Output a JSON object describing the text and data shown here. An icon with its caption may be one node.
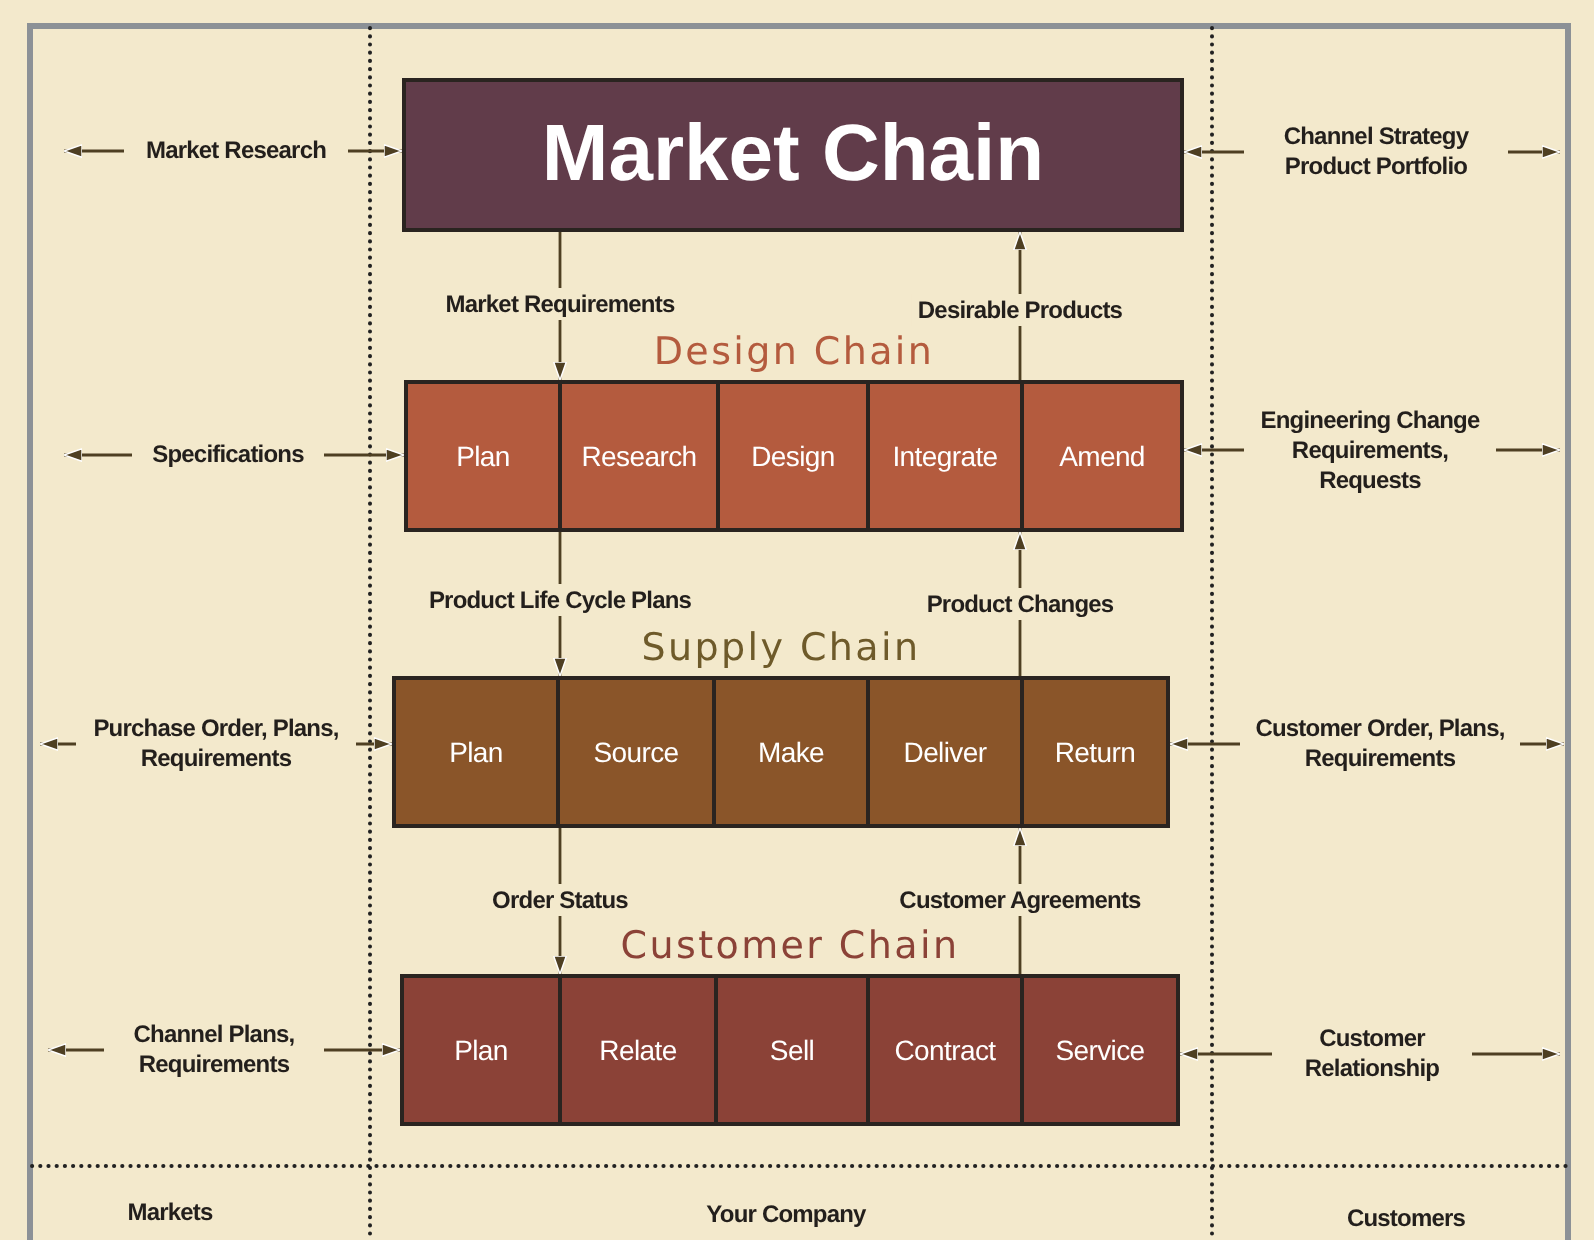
{
  "diagram": {
    "nodes": [
      {
        "text": [
          "Market Chain"
        ]
      },
      {
        "text": [
          "Design Chain"
        ]
      },
      {
        "text": [
          "Plan"
        ],
        "in": 1
      },
      {
        "text": [
          "Research"
        ],
        "in": 1
      },
      {
        "text": [
          "Design"
        ],
        "in": 1
      },
      {
        "text": [
          "Integrate"
        ],
        "in": 1
      },
      {
        "text": [
          "Amend"
        ],
        "in": 1
      },
      {
        "text": [
          "Supply Chain"
        ]
      },
      {
        "text": [
          "Plan"
        ],
        "in": 7
      },
      {
        "text": [
          "Source"
        ],
        "in": 7
      },
      {
        "text": [
          "Make"
        ],
        "in": 7
      },
      {
        "text": [
          "Deliver"
        ],
        "in": 7
      },
      {
        "text": [
          "Return"
        ],
        "in": 7
      },
      {
        "text": [
          "Customer Chain"
        ]
      },
      {
        "text": [
          "Plan"
        ],
        "in": 13
      },
      {
        "text": [
          "Relate"
        ],
        "in": 13
      },
      {
        "text": [
          "Sell"
        ],
        "in": 13
      },
      {
        "text": [
          "Contract"
        ],
        "in": 13
      },
      {
        "text": [
          "Service"
        ],
        "in": 13
      },
      {
        "text": [
          "Market Research"
        ]
      },
      {
        "text": [
          "Channel Strategy Product Portfolio"
        ]
      },
      {
        "text": [
          "Specifications"
        ]
      },
      {
        "text": [
          "Engineering Change Requirements, Requests"
        ]
      },
      {
        "text": [
          "Purchase Order, Plans, Requirements"
        ]
      },
      {
        "text": [
          "Customer Order, Plans, Requirements"
        ]
      },
      {
        "text": [
          "Channel Plans, Requirements"
        ]
      },
      {
        "text": [
          "Customer Relationship"
        ]
      }
    ],
    "edges": [
      {
        "from": 19,
        "to": null,
        "arrow": "to"
      },
      {
        "from": 19,
        "to": 0,
        "arrow": "to"
      },
      {
        "from": 20,
        "to": 0,
        "arrow": "to"
      },
      {
        "from": 20,
        "to": null,
        "arrow": "to"
      },
      {
        "from": 21,
        "to": null,
        "arrow": "to"
      },
      {
        "from": 21,
        "to": 1,
        "arrow": "to"
      },
      {
        "from": 22,
        "to": 1,
        "arrow": "to"
      },
      {
        "from": 22,
        "to": null,
        "arrow": "to"
      },
      {
        "from": 23,
        "to": null,
        "arrow": "to"
      },
      {
        "from": 23,
        "to": 7,
        "arrow": "to"
      },
      {
        "from": 24,
        "to": 7,
        "arrow": "to"
      },
      {
        "from": 24,
        "to": null,
        "arrow": "to"
      },
      {
        "from": 25,
        "to": null,
        "arrow": "to"
      },
      {
        "from": 25,
        "to": 13,
        "arrow": "to"
      },
      {
        "from": 26,
        "to": 13,
        "arrow": "to"
      },
      {
        "from": 26,
        "to": null,
        "arrow": "to"
      },
      {
        "from": 0,
        "to": 1,
        "arrow": "to",
        "label": "Market Requirements"
      },
      {
        "from": 1,
        "to": 0,
        "arrow": "to",
        "label": "Desirable Products"
      },
      {
        "from": 1,
        "to": 7,
        "arrow": "to",
        "label": "Product Life Cycle Plans"
      },
      {
        "from": 7,
        "to": 1,
        "arrow": "to",
        "label": "Product Changes"
      },
      {
        "from": 7,
        "to": 13,
        "arrow": "to",
        "label": "Order Status"
      },
      {
        "from": 13,
        "to": 7,
        "arrow": "to",
        "label": "Customer Agreements"
      }
    ],
    "labels": [
      "Markets",
      "Your Company",
      "Customers"
    ]
  }
}
